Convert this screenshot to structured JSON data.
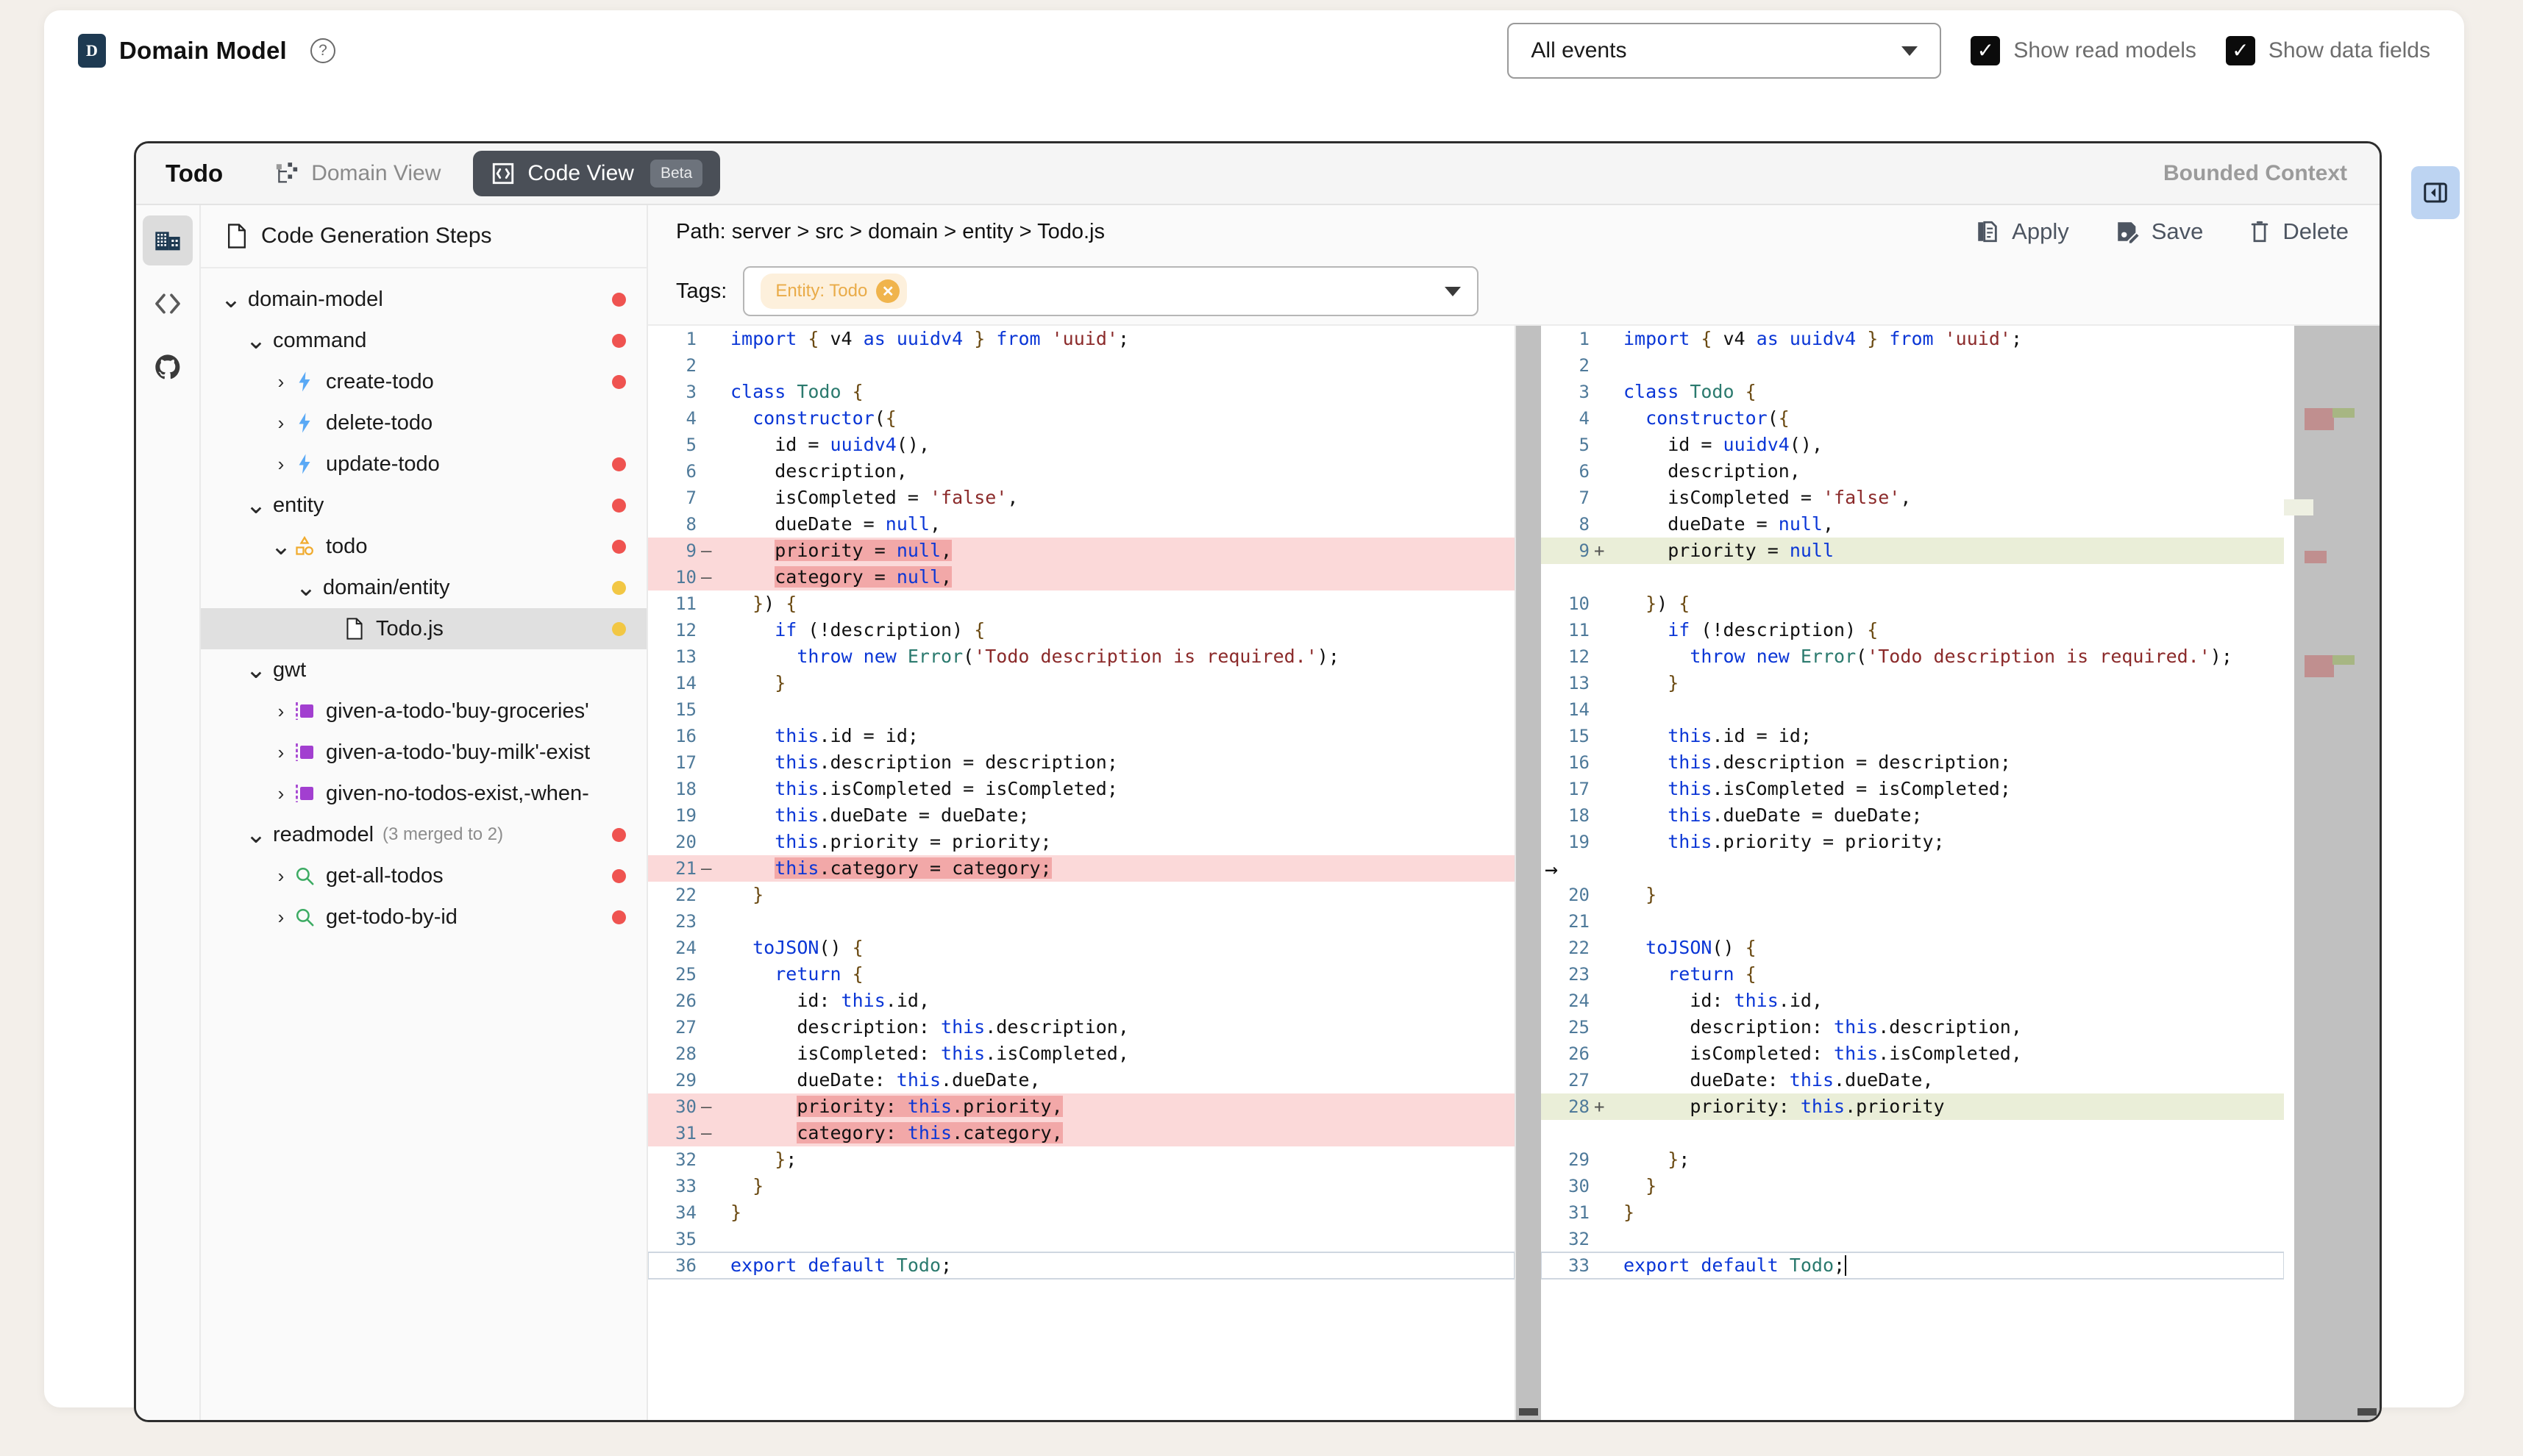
{
  "header": {
    "brand_letter": "D",
    "title": "Domain Model",
    "help_icon": "question-mark-icon",
    "event_filter": {
      "value": "All events"
    },
    "checkboxes": [
      {
        "label": "Show read models",
        "checked": true
      },
      {
        "label": "Show data fields",
        "checked": true
      }
    ]
  },
  "card": {
    "title": "Todo",
    "tabs": [
      {
        "label": "Domain View",
        "icon": "tree-structure-icon",
        "active": false
      },
      {
        "label": "Code View",
        "icon": "code-brackets-icon",
        "active": true,
        "badge": "Beta"
      }
    ],
    "bounded_context_label": "Bounded Context",
    "collapse_icon": "panel-collapse-icon"
  },
  "rail": [
    {
      "icon": "building-blocks-icon",
      "active": true
    },
    {
      "icon": "code-brackets-icon",
      "active": false
    },
    {
      "icon": "github-icon",
      "active": false
    }
  ],
  "tree": {
    "header": {
      "icon": "file-icon",
      "label": "Code Generation Steps"
    },
    "items": [
      {
        "label": "domain-model",
        "depth": 0,
        "chevron": "down",
        "icon": null,
        "dot": "red"
      },
      {
        "label": "command",
        "depth": 1,
        "chevron": "down",
        "icon": null,
        "dot": "red"
      },
      {
        "label": "create-todo",
        "depth": 2,
        "chevron": "right",
        "icon": "lightning-icon",
        "dot": "red"
      },
      {
        "label": "delete-todo",
        "depth": 2,
        "chevron": "right",
        "icon": "lightning-icon",
        "dot": null
      },
      {
        "label": "update-todo",
        "depth": 2,
        "chevron": "right",
        "icon": "lightning-icon",
        "dot": "red"
      },
      {
        "label": "entity",
        "depth": 1,
        "chevron": "down",
        "icon": null,
        "dot": "red"
      },
      {
        "label": "todo",
        "depth": 2,
        "chevron": "down",
        "icon": "aggregate-icon",
        "dot": "red"
      },
      {
        "label": "domain/entity",
        "depth": 3,
        "chevron": "down",
        "icon": null,
        "dot": "yellow"
      },
      {
        "label": "Todo.js",
        "depth": 4,
        "chevron": null,
        "icon": "file-icon",
        "dot": "yellow",
        "selected": true
      },
      {
        "label": "gwt",
        "depth": 1,
        "chevron": "down",
        "icon": null,
        "dot": null
      },
      {
        "label": "given-a-todo-'buy-groceries'",
        "depth": 2,
        "chevron": "right",
        "icon": "scenario-icon",
        "dot": null
      },
      {
        "label": "given-a-todo-'buy-milk'-exist",
        "depth": 2,
        "chevron": "right",
        "icon": "scenario-icon",
        "dot": null
      },
      {
        "label": "given-no-todos-exist,-when-",
        "depth": 2,
        "chevron": "right",
        "icon": "scenario-icon",
        "dot": null
      },
      {
        "label": "readmodel",
        "sub": "(3 merged to 2)",
        "depth": 1,
        "chevron": "down",
        "icon": null,
        "dot": "red"
      },
      {
        "label": "get-all-todos",
        "depth": 2,
        "chevron": "right",
        "icon": "search-icon",
        "dot": "red"
      },
      {
        "label": "get-todo-by-id",
        "depth": 2,
        "chevron": "right",
        "icon": "search-icon",
        "dot": "red"
      }
    ]
  },
  "editor": {
    "path_label": "Path: server > src > domain > entity > Todo.js",
    "actions": [
      {
        "label": "Apply",
        "icon": "apply-file-icon"
      },
      {
        "label": "Save",
        "icon": "save-pencil-icon"
      },
      {
        "label": "Delete",
        "icon": "trash-icon"
      }
    ],
    "tags_label": "Tags:",
    "tag_chips": [
      {
        "label": "Entity: Todo",
        "remove_icon": "close-circle-icon"
      }
    ],
    "tags_dropdown_icon": "chevron-down-icon"
  },
  "diff": {
    "left": [
      {
        "n": "1",
        "mark": "",
        "state": "",
        "code": "import { v4 as uuidv4 } from 'uuid';"
      },
      {
        "n": "2",
        "mark": "",
        "state": "",
        "code": ""
      },
      {
        "n": "3",
        "mark": "",
        "state": "",
        "code": "class Todo {"
      },
      {
        "n": "4",
        "mark": "",
        "state": "",
        "code": "  constructor({"
      },
      {
        "n": "5",
        "mark": "",
        "state": "",
        "code": "    id = uuidv4(),"
      },
      {
        "n": "6",
        "mark": "",
        "state": "",
        "code": "    description,"
      },
      {
        "n": "7",
        "mark": "",
        "state": "",
        "code": "    isCompleted = 'false',"
      },
      {
        "n": "8",
        "mark": "",
        "state": "",
        "code": "    dueDate = null,"
      },
      {
        "n": "9",
        "mark": "—",
        "state": "del",
        "code": "    priority = null,"
      },
      {
        "n": "10",
        "mark": "—",
        "state": "del-strong",
        "code": "    category = null,"
      },
      {
        "n": "11",
        "mark": "",
        "state": "",
        "code": "  }) {"
      },
      {
        "n": "12",
        "mark": "",
        "state": "",
        "code": "    if (!description) {"
      },
      {
        "n": "13",
        "mark": "",
        "state": "",
        "code": "      throw new Error('Todo description is required.');"
      },
      {
        "n": "14",
        "mark": "",
        "state": "",
        "code": "    }"
      },
      {
        "n": "15",
        "mark": "",
        "state": "",
        "code": ""
      },
      {
        "n": "16",
        "mark": "",
        "state": "",
        "code": "    this.id = id;"
      },
      {
        "n": "17",
        "mark": "",
        "state": "",
        "code": "    this.description = description;"
      },
      {
        "n": "18",
        "mark": "",
        "state": "",
        "code": "    this.isCompleted = isCompleted;"
      },
      {
        "n": "19",
        "mark": "",
        "state": "",
        "code": "    this.dueDate = dueDate;"
      },
      {
        "n": "20",
        "mark": "",
        "state": "",
        "code": "    this.priority = priority;"
      },
      {
        "n": "21",
        "mark": "—",
        "state": "del-strong",
        "code": "    this.category = category;"
      },
      {
        "n": "22",
        "mark": "",
        "state": "",
        "code": "  }"
      },
      {
        "n": "23",
        "mark": "",
        "state": "",
        "code": ""
      },
      {
        "n": "24",
        "mark": "",
        "state": "",
        "code": "  toJSON() {"
      },
      {
        "n": "25",
        "mark": "",
        "state": "",
        "code": "    return {"
      },
      {
        "n": "26",
        "mark": "",
        "state": "",
        "code": "      id: this.id,"
      },
      {
        "n": "27",
        "mark": "",
        "state": "",
        "code": "      description: this.description,"
      },
      {
        "n": "28",
        "mark": "",
        "state": "",
        "code": "      isCompleted: this.isCompleted,"
      },
      {
        "n": "29",
        "mark": "",
        "state": "",
        "code": "      dueDate: this.dueDate,"
      },
      {
        "n": "30",
        "mark": "—",
        "state": "del",
        "code": "      priority: this.priority,"
      },
      {
        "n": "31",
        "mark": "—",
        "state": "del-strong",
        "code": "      category: this.category,"
      },
      {
        "n": "32",
        "mark": "",
        "state": "",
        "code": "    };"
      },
      {
        "n": "33",
        "mark": "",
        "state": "",
        "code": "  }"
      },
      {
        "n": "34",
        "mark": "",
        "state": "",
        "code": "}"
      },
      {
        "n": "35",
        "mark": "",
        "state": "",
        "code": ""
      },
      {
        "n": "36",
        "mark": "",
        "state": "cursor",
        "code": "export default Todo;"
      }
    ],
    "right": [
      {
        "n": "1",
        "mark": "",
        "state": "",
        "code": "import { v4 as uuidv4 } from 'uuid';"
      },
      {
        "n": "2",
        "mark": "",
        "state": "",
        "code": ""
      },
      {
        "n": "3",
        "mark": "",
        "state": "",
        "code": "class Todo {"
      },
      {
        "n": "4",
        "mark": "",
        "state": "",
        "code": "  constructor({"
      },
      {
        "n": "5",
        "mark": "",
        "state": "",
        "code": "    id = uuidv4(),"
      },
      {
        "n": "6",
        "mark": "",
        "state": "",
        "code": "    description,"
      },
      {
        "n": "7",
        "mark": "",
        "state": "",
        "code": "    isCompleted = 'false',"
      },
      {
        "n": "8",
        "mark": "",
        "state": "",
        "code": "    dueDate = null,"
      },
      {
        "n": "9",
        "mark": "+",
        "state": "add",
        "code": "    priority = null"
      },
      {
        "n": "",
        "mark": "",
        "state": "gap",
        "code": ""
      },
      {
        "n": "10",
        "mark": "",
        "state": "",
        "code": "  }) {"
      },
      {
        "n": "11",
        "mark": "",
        "state": "",
        "code": "    if (!description) {"
      },
      {
        "n": "12",
        "mark": "",
        "state": "",
        "code": "      throw new Error('Todo description is required.');"
      },
      {
        "n": "13",
        "mark": "",
        "state": "",
        "code": "    }"
      },
      {
        "n": "14",
        "mark": "",
        "state": "",
        "code": ""
      },
      {
        "n": "15",
        "mark": "",
        "state": "",
        "code": "    this.id = id;"
      },
      {
        "n": "16",
        "mark": "",
        "state": "",
        "code": "    this.description = description;"
      },
      {
        "n": "17",
        "mark": "",
        "state": "",
        "code": "    this.isCompleted = isCompleted;"
      },
      {
        "n": "18",
        "mark": "",
        "state": "",
        "code": "    this.dueDate = dueDate;"
      },
      {
        "n": "19",
        "mark": "",
        "state": "",
        "code": "    this.priority = priority;"
      },
      {
        "n": "",
        "mark": "",
        "state": "gap",
        "code": ""
      },
      {
        "n": "20",
        "mark": "",
        "state": "",
        "code": "  }"
      },
      {
        "n": "21",
        "mark": "",
        "state": "",
        "code": ""
      },
      {
        "n": "22",
        "mark": "",
        "state": "",
        "code": "  toJSON() {"
      },
      {
        "n": "23",
        "mark": "",
        "state": "",
        "code": "    return {"
      },
      {
        "n": "24",
        "mark": "",
        "state": "",
        "code": "      id: this.id,"
      },
      {
        "n": "25",
        "mark": "",
        "state": "",
        "code": "      description: this.description,"
      },
      {
        "n": "26",
        "mark": "",
        "state": "",
        "code": "      isCompleted: this.isCompleted,"
      },
      {
        "n": "27",
        "mark": "",
        "state": "",
        "code": "      dueDate: this.dueDate,"
      },
      {
        "n": "28",
        "mark": "+",
        "state": "add",
        "code": "      priority: this.priority"
      },
      {
        "n": "",
        "mark": "",
        "state": "gap",
        "code": ""
      },
      {
        "n": "29",
        "mark": "",
        "state": "",
        "code": "    };"
      },
      {
        "n": "30",
        "mark": "",
        "state": "",
        "code": "  }"
      },
      {
        "n": "31",
        "mark": "",
        "state": "",
        "code": "}"
      },
      {
        "n": "32",
        "mark": "",
        "state": "",
        "code": ""
      },
      {
        "n": "33",
        "mark": "",
        "state": "cursor",
        "code": "export default Todo;"
      }
    ]
  },
  "colors": {
    "accent_dark": "#1e3a52",
    "tab_active_bg": "#4a4f57",
    "dot_red": "#ef5350",
    "dot_yellow": "#f2c744",
    "diff_del": "#fbd9d9",
    "diff_del_strong": "#f6b0b0",
    "diff_add": "#eaeed8",
    "tag_chip_bg": "#fdf0dc",
    "tag_chip_fg": "#e9ab48"
  }
}
